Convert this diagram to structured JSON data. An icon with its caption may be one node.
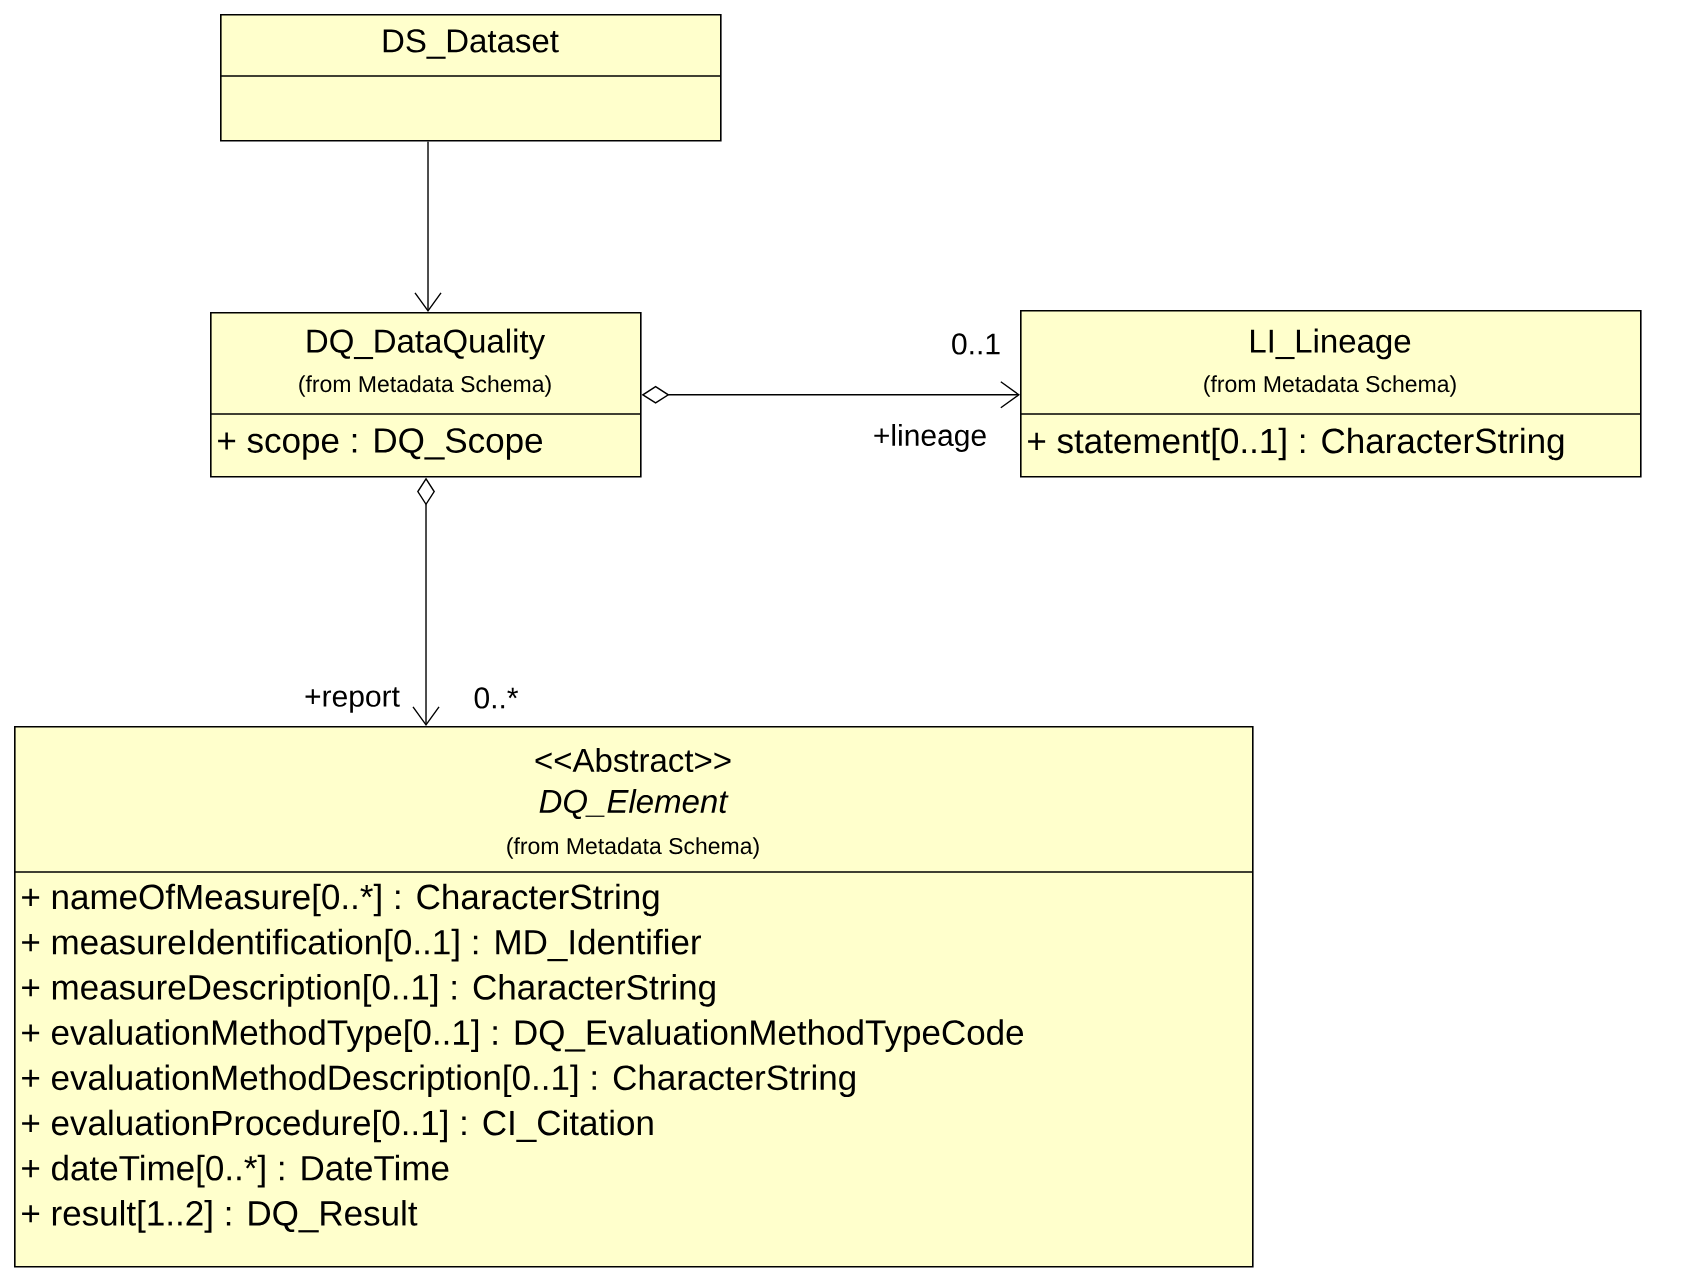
{
  "diagram": {
    "nodes": [
      {
        "text": [
          "DS_Dataset"
        ]
      },
      {
        "text": [
          "DQ_DataQuality",
          "(from Metadata Schema)",
          "+ scope : DQ_Scope"
        ]
      },
      {
        "text": [
          "LI_Lineage",
          "(from Metadata Schema)",
          "+ statement[0..1] : CharacterString"
        ]
      },
      {
        "text": [
          "<<Abstract>>",
          "DQ_Element",
          "(from Metadata Schema)",
          "+ nameOfMeasure[0..*] : CharacterString",
          "+ measureIdentification[0..1] : MD_Identifier",
          "+ measureDescription[0..1] : CharacterString",
          "+ evaluationMethodType[0..1] : DQ_EvaluationMethodTypeCode",
          "+ evaluationMethodDescription[0..1] : CharacterString",
          "+ evaluationProcedure[0..1] : CI_Citation",
          "+ dateTime[0..*] : DateTime",
          "+ result[1..2] : DQ_Result"
        ]
      }
    ],
    "edges": [
      {
        "from": 0,
        "to": 1,
        "arrow": "to"
      },
      {
        "from": 1,
        "to": 2,
        "arrow": "to",
        "label": "+lineage"
      },
      {
        "from": 1,
        "to": 3,
        "arrow": "to",
        "label": "+report"
      }
    ],
    "labels": [
      "0..1",
      "0..*"
    ]
  }
}
